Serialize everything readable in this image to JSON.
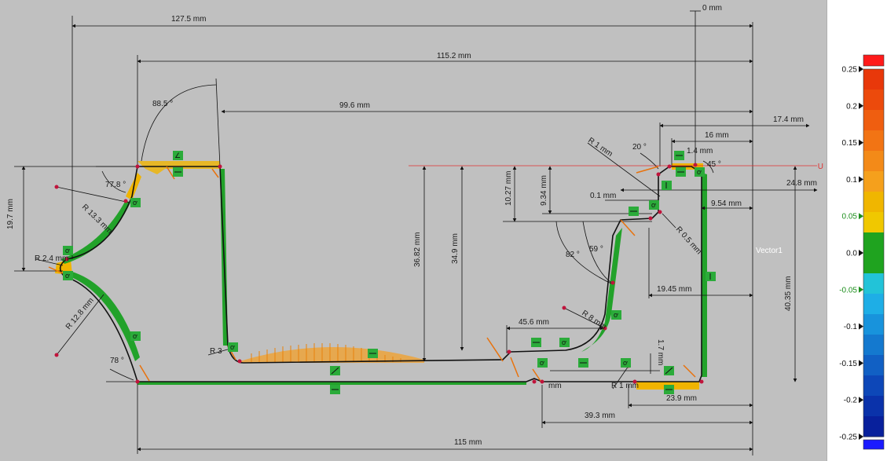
{
  "drawing": {
    "vector_label": "Vector1",
    "axis_label": "U",
    "dimensions": [
      {
        "id": "d1",
        "text": "127.5 mm"
      },
      {
        "id": "d2",
        "text": "115.2 mm"
      },
      {
        "id": "d3",
        "text": "0 mm"
      },
      {
        "id": "d4",
        "text": "99.6 mm"
      },
      {
        "id": "d5",
        "text": "88.5 °"
      },
      {
        "id": "d6",
        "text": "17.4 mm"
      },
      {
        "id": "d7",
        "text": "16 mm"
      },
      {
        "id": "d8",
        "text": "R 1 mm"
      },
      {
        "id": "d9",
        "text": "20 °"
      },
      {
        "id": "d10",
        "text": "1.4 mm"
      },
      {
        "id": "d11",
        "text": "45 °"
      },
      {
        "id": "d12",
        "text": "24.8 mm"
      },
      {
        "id": "d13",
        "text": "0.1 mm"
      },
      {
        "id": "d14",
        "text": "9.54 mm"
      },
      {
        "id": "d15",
        "text": "R 0.5 mm"
      },
      {
        "id": "d16",
        "text": "10.27 mm"
      },
      {
        "id": "d17",
        "text": "9.34 mm"
      },
      {
        "id": "d18",
        "text": "59 °"
      },
      {
        "id": "d19",
        "text": "82 °"
      },
      {
        "id": "d20",
        "text": "36.82 mm"
      },
      {
        "id": "d21",
        "text": "34.9 mm"
      },
      {
        "id": "d22",
        "text": "19.45 mm"
      },
      {
        "id": "d23",
        "text": "40.35 mm"
      },
      {
        "id": "d24",
        "text": "45.6 mm"
      },
      {
        "id": "d25",
        "text": "R 8 mm"
      },
      {
        "id": "d26",
        "text": "1.7 mm"
      },
      {
        "id": "d27",
        "text": "R 1 mm"
      },
      {
        "id": "d28",
        "text": "23.9 mm"
      },
      {
        "id": "d29",
        "text": "39.3 mm"
      },
      {
        "id": "d30",
        "text": "115 mm"
      },
      {
        "id": "d31",
        "text": "19.7 mm"
      },
      {
        "id": "d32",
        "text": "77.8 °"
      },
      {
        "id": "d33",
        "text": "R 13.3 mm"
      },
      {
        "id": "d34",
        "text": "R 2.4 mm"
      },
      {
        "id": "d35",
        "text": "R 12.8 mm"
      },
      {
        "id": "d36",
        "text": "78 °"
      },
      {
        "id": "d37",
        "text": "R 3"
      },
      {
        "id": "d38",
        "text": "mm"
      }
    ]
  },
  "scale": {
    "top_color": "#ff1a1a",
    "bottom_color": "#1a1aff",
    "labels": [
      {
        "v": "0.25",
        "kind": "black"
      },
      {
        "v": "0.2",
        "kind": "black"
      },
      {
        "v": "0.15",
        "kind": "black"
      },
      {
        "v": "0.1",
        "kind": "black"
      },
      {
        "v": "0.05",
        "kind": "green"
      },
      {
        "v": "0.0",
        "kind": "black"
      },
      {
        "v": "-0.05",
        "kind": "green"
      },
      {
        "v": "-0.1",
        "kind": "black"
      },
      {
        "v": "-0.15",
        "kind": "black"
      },
      {
        "v": "-0.2",
        "kind": "black"
      },
      {
        "v": "-0.25",
        "kind": "black"
      }
    ],
    "bands": [
      "#e8380a",
      "#ec4a0c",
      "#ef5e10",
      "#f27414",
      "#f38a18",
      "#f5a01c",
      "#f0b600",
      "#f0c800",
      "#1fa31f",
      "#1fa31f",
      "#22c3d8",
      "#1eaee6",
      "#1893dc",
      "#1479cf",
      "#1160c4",
      "#0d47b8",
      "#0a32aa",
      "#08209c"
    ]
  }
}
